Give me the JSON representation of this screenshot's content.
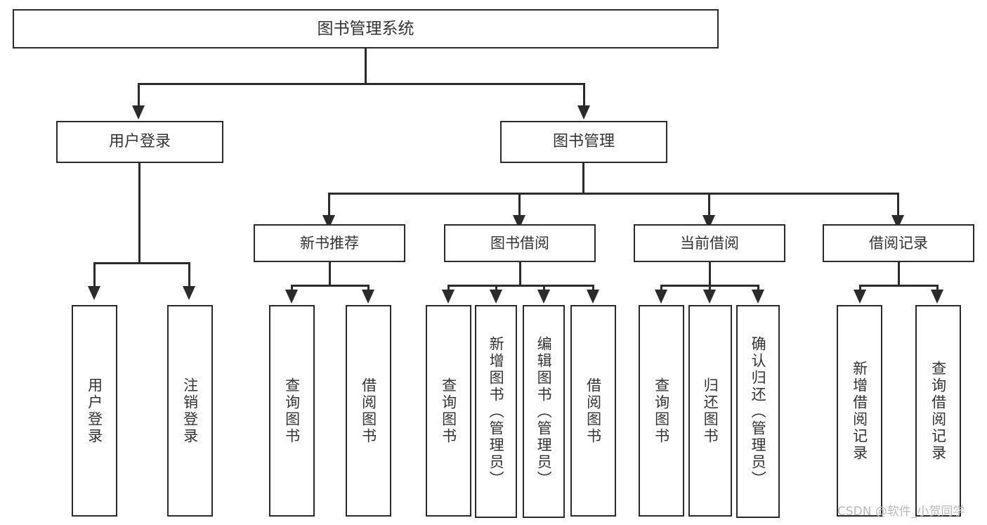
{
  "diagram": {
    "title": "图书管理系统",
    "type": "hierarchy-tree",
    "levels": 4,
    "root": {
      "id": "root",
      "label": "图书管理系统"
    },
    "level2": [
      {
        "id": "user-login",
        "label": "用户登录"
      },
      {
        "id": "book-management",
        "label": "图书管理"
      }
    ],
    "level3": [
      {
        "id": "new-book-recommend",
        "label": "新书推荐",
        "parent": "book-management"
      },
      {
        "id": "book-borrow",
        "label": "图书借阅",
        "parent": "book-management"
      },
      {
        "id": "current-borrow",
        "label": "当前借阅",
        "parent": "book-management"
      },
      {
        "id": "borrow-record",
        "label": "借阅记录",
        "parent": "book-management"
      }
    ],
    "leaves": [
      {
        "id": "leaf-user-login",
        "label": "用户登录",
        "parent": "user-login"
      },
      {
        "id": "leaf-logout-login",
        "label": "注销登录",
        "parent": "user-login"
      },
      {
        "id": "leaf-query-book-1",
        "label": "查询图书",
        "parent": "new-book-recommend"
      },
      {
        "id": "leaf-borrow-book-1",
        "label": "借阅图书",
        "parent": "new-book-recommend"
      },
      {
        "id": "leaf-query-book-2",
        "label": "查询图书",
        "parent": "book-borrow"
      },
      {
        "id": "leaf-add-book",
        "label": "新增图书（管理员）",
        "parent": "book-borrow"
      },
      {
        "id": "leaf-edit-book",
        "label": "编辑图书（管理员）",
        "parent": "book-borrow"
      },
      {
        "id": "leaf-borrow-book-2",
        "label": "借阅图书",
        "parent": "book-borrow"
      },
      {
        "id": "leaf-query-book-3",
        "label": "查询图书",
        "parent": "current-borrow"
      },
      {
        "id": "leaf-return-book",
        "label": "归还图书",
        "parent": "current-borrow"
      },
      {
        "id": "leaf-confirm-return",
        "label": "确认归还（管理员）",
        "parent": "current-borrow"
      },
      {
        "id": "leaf-add-record",
        "label": "新增借阅记录",
        "parent": "borrow-record"
      },
      {
        "id": "leaf-query-record",
        "label": "查询借阅记录",
        "parent": "borrow-record"
      }
    ]
  },
  "watermark": {
    "text": "CSDN @软件_小贺同学"
  },
  "colors": {
    "stroke": "#2b2b2b",
    "text": "#333333",
    "background": "#ffffff",
    "watermark": "#b9b9b9"
  }
}
